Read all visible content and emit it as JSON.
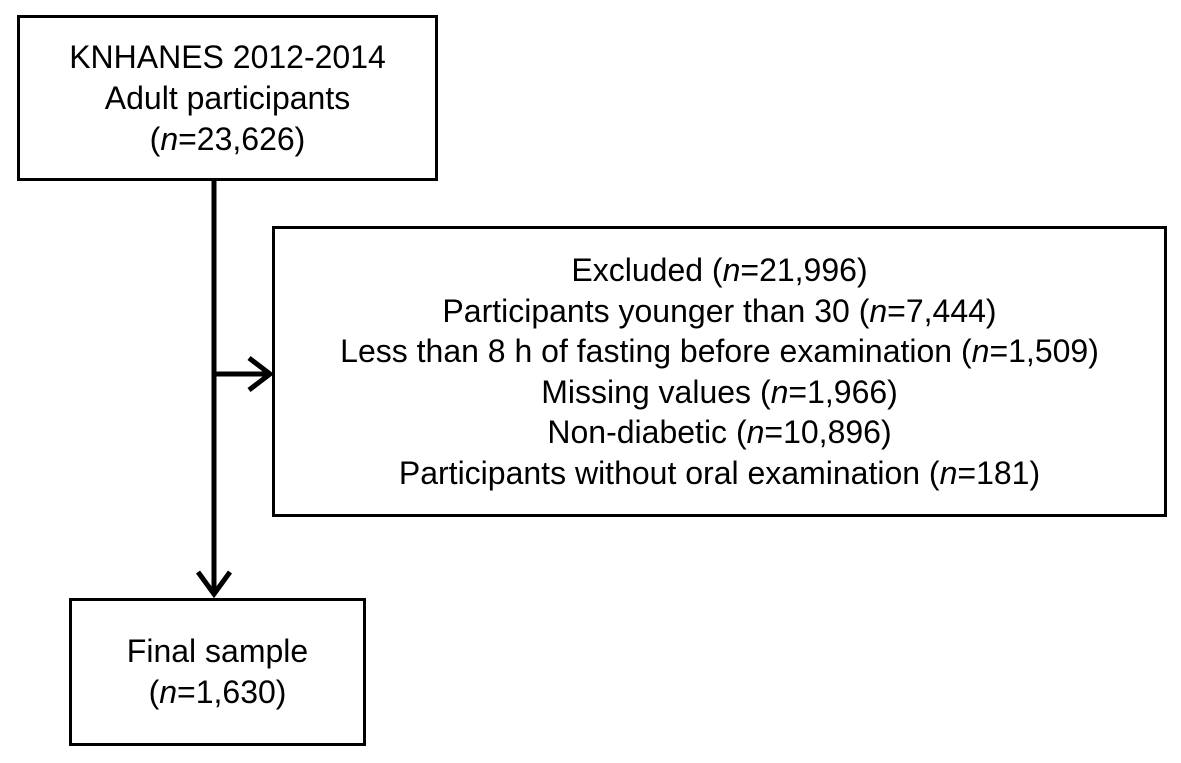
{
  "top_box": {
    "lines": [
      {
        "pre": "KNHANES 2012-2014",
        "n": "",
        "post": ""
      },
      {
        "pre": "Adult participants",
        "n": "",
        "post": ""
      },
      {
        "pre": "(",
        "n": "n",
        "post": "=23,626)"
      }
    ]
  },
  "excluded_box": {
    "lines": [
      {
        "pre": "Excluded (",
        "n": "n",
        "post": "=21,996)"
      },
      {
        "pre": "Participants younger than 30 (",
        "n": "n",
        "post": "=7,444)"
      },
      {
        "pre": "Less than 8 h of fasting before examination (",
        "n": "n",
        "post": "=1,509)"
      },
      {
        "pre": "Missing values (",
        "n": "n",
        "post": "=1,966)"
      },
      {
        "pre": "Non-diabetic (",
        "n": "n",
        "post": "=10,896)"
      },
      {
        "pre": "Participants without oral examination (",
        "n": "n",
        "post": "=181)"
      }
    ]
  },
  "final_box": {
    "lines": [
      {
        "pre": "Final sample",
        "n": "",
        "post": ""
      },
      {
        "pre": "(",
        "n": "n",
        "post": "=1,630)"
      }
    ]
  }
}
